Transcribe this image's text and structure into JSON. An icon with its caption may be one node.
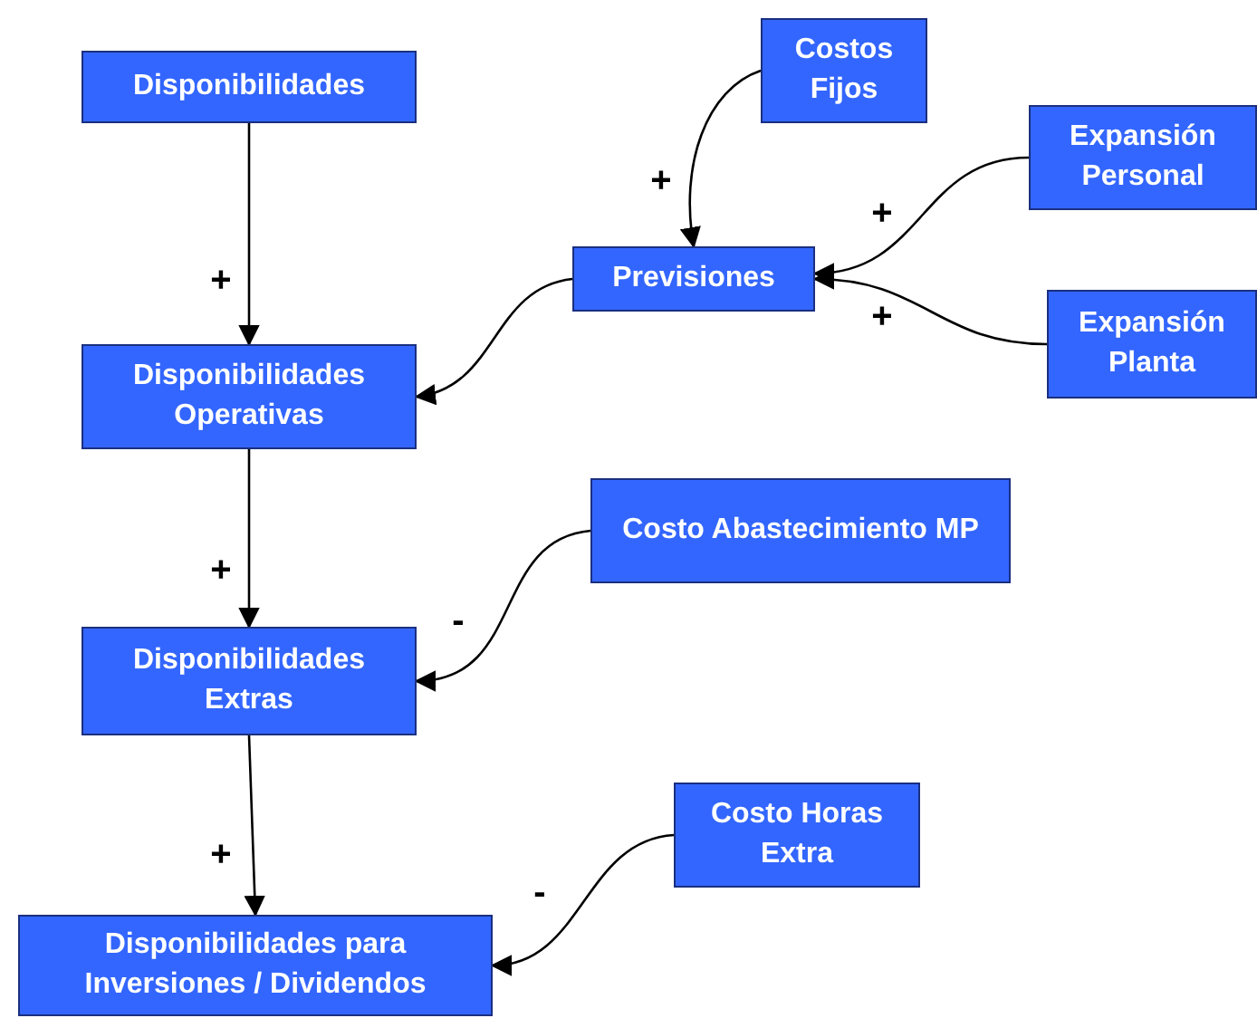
{
  "diagram": {
    "nodes": [
      {
        "text": [
          "Disponibilidades"
        ]
      },
      {
        "text": [
          "Costos Fijos"
        ]
      },
      {
        "text": [
          "Expansión Personal"
        ]
      },
      {
        "text": [
          "Previsiones"
        ]
      },
      {
        "text": [
          "Expansión Planta"
        ]
      },
      {
        "text": [
          "Disponibilidades Operativas"
        ]
      },
      {
        "text": [
          "Costo Abastecimiento MP"
        ]
      },
      {
        "text": [
          "Disponibilidades Extras"
        ]
      },
      {
        "text": [
          "Costo Horas Extra"
        ]
      },
      {
        "text": [
          "Disponibilidades para Inversiones / Dividendos"
        ]
      }
    ],
    "edges": [
      {
        "from": 0,
        "to": 5,
        "arrow": "to",
        "label": "+"
      },
      {
        "from": 1,
        "to": 3,
        "arrow": "to",
        "label": "+"
      },
      {
        "from": 2,
        "to": 3,
        "arrow": "to",
        "label": "+"
      },
      {
        "from": 4,
        "to": 3,
        "arrow": "to",
        "label": "+"
      },
      {
        "from": 3,
        "to": 5,
        "arrow": "to"
      },
      {
        "from": 5,
        "to": 7,
        "arrow": "to",
        "label": "+"
      },
      {
        "from": 6,
        "to": 7,
        "arrow": "to",
        "label": "-"
      },
      {
        "from": 7,
        "to": 9,
        "arrow": "to",
        "label": "+"
      },
      {
        "from": 8,
        "to": 9,
        "arrow": "to",
        "label": "-"
      }
    ]
  }
}
